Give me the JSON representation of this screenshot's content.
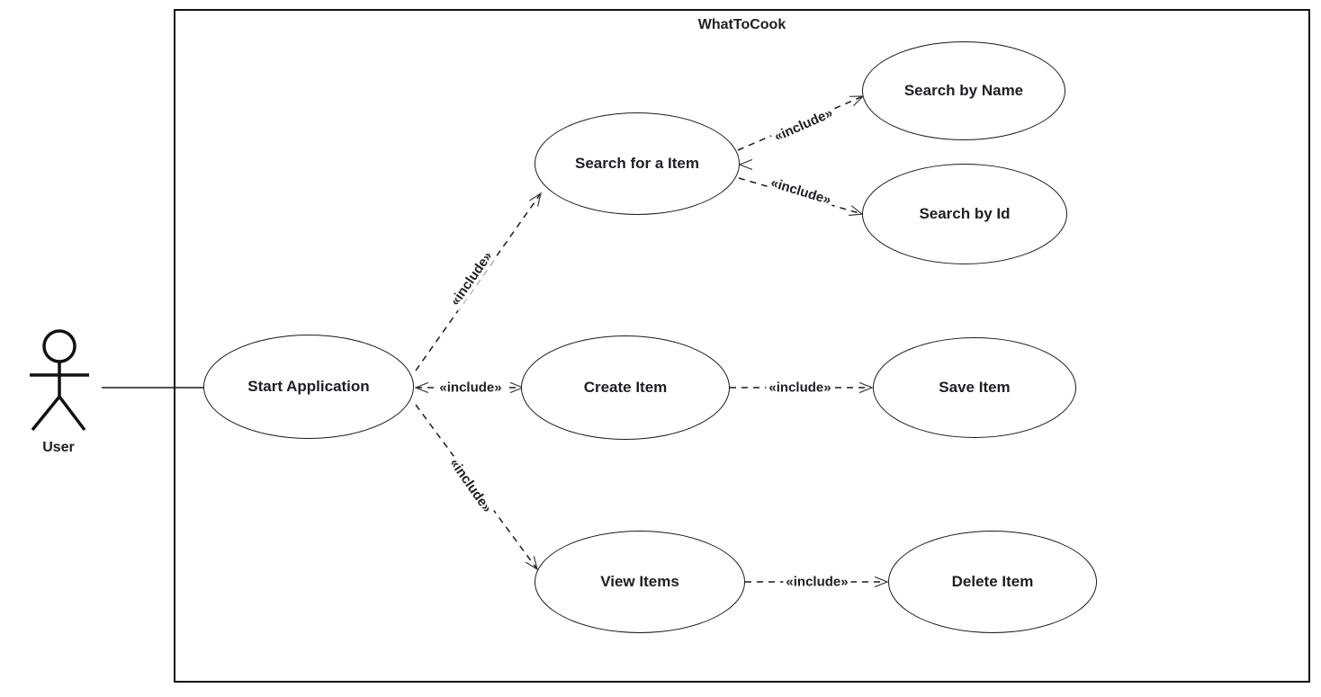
{
  "diagram": {
    "title": "WhatToCook",
    "actor": {
      "name": "User"
    },
    "use_cases": [
      {
        "id": "start-application",
        "label": "Start Application"
      },
      {
        "id": "search-for-a-item",
        "label": "Search for a Item"
      },
      {
        "id": "create-item",
        "label": "Create Item"
      },
      {
        "id": "view-items",
        "label": "View Items"
      },
      {
        "id": "search-by-name",
        "label": "Search by Name"
      },
      {
        "id": "search-by-id",
        "label": "Search by Id"
      },
      {
        "id": "save-item",
        "label": "Save Item"
      },
      {
        "id": "delete-item",
        "label": "Delete Item"
      }
    ],
    "relationships": [
      {
        "from": "Start Application",
        "to": "Search for a Item",
        "label": "«include»"
      },
      {
        "from": "Start Application",
        "to": "Create Item",
        "label": "«include»"
      },
      {
        "from": "Start Application",
        "to": "View Items",
        "label": "«include»"
      },
      {
        "from": "Search for a Item",
        "to": "Search by Name",
        "label": "«include»"
      },
      {
        "from": "Search for a Item",
        "to": "Search by Id",
        "label": "«include»"
      },
      {
        "from": "Create Item",
        "to": "Save Item",
        "label": "«include»"
      },
      {
        "from": "View Items",
        "to": "Delete Item",
        "label": "«include»"
      }
    ],
    "colors": {
      "stroke": "#1a1a1a",
      "text": "#1e1e24",
      "background": "#ffffff"
    }
  }
}
